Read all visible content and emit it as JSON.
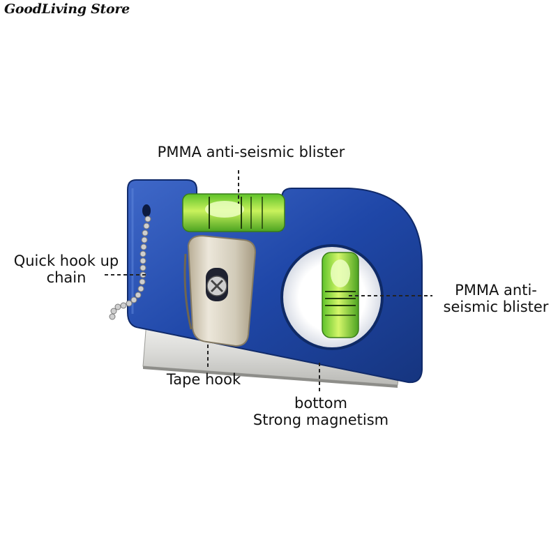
{
  "store": {
    "name": "GoodLiving Store"
  },
  "labels": {
    "blister_top": "PMMA anti-seismic blister",
    "chain_line1": "Quick hook up",
    "chain_line2": "chain",
    "blister_side_line1": "PMMA anti-",
    "blister_side_line2": "seismic blister",
    "tape_hook": "Tape hook",
    "bottom_line1": "bottom",
    "bottom_line2": "Strong magnetism"
  },
  "colors": {
    "body_blue": "#1f47a8",
    "bubble_green": "#9be23a",
    "metal": "#d6d3cc",
    "text": "#111111"
  }
}
